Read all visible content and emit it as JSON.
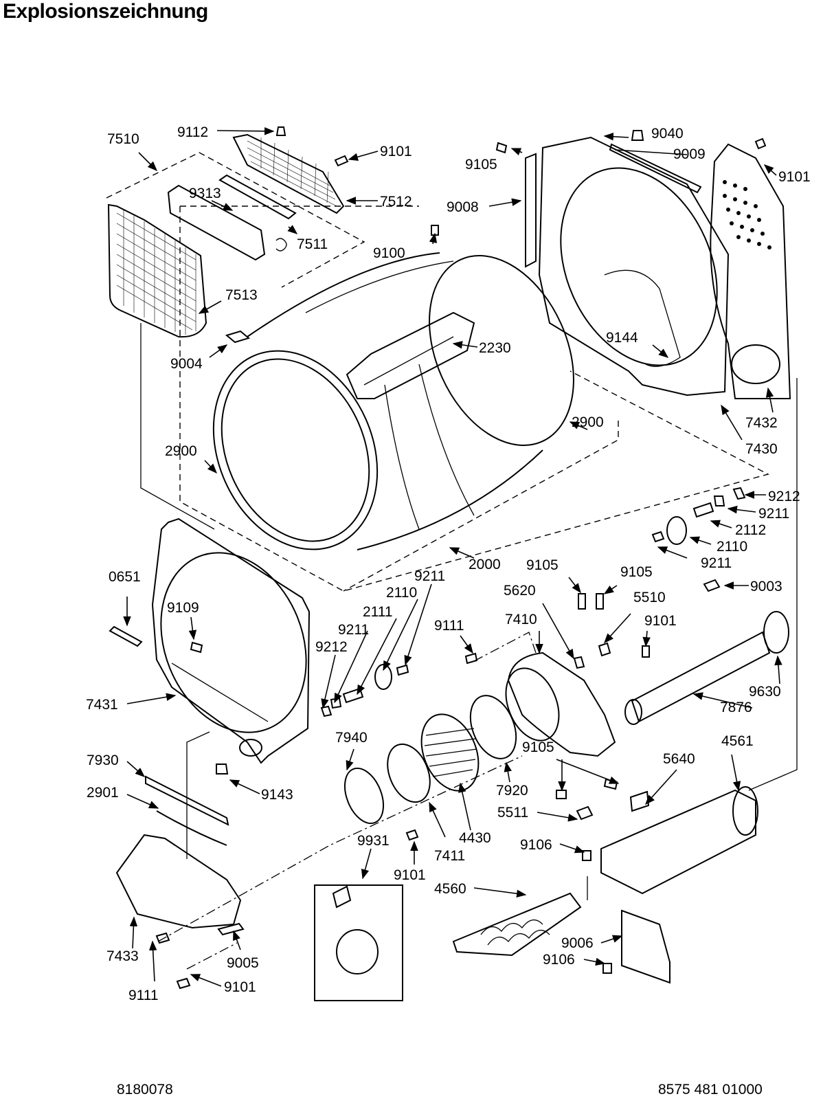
{
  "title": "Explosionszeichnung",
  "footer": {
    "left_code": "8180078",
    "right_code": "8575 481 01000"
  },
  "callouts": [
    "7510",
    "9112",
    "9101",
    "7512",
    "9313",
    "7511",
    "7513",
    "9004",
    "9105",
    "9040",
    "9009",
    "9101",
    "9008",
    "9100",
    "2230",
    "9144",
    "7432",
    "7430",
    "2900",
    "2900",
    "2000",
    "9212",
    "9211",
    "2112",
    "2110",
    "9211",
    "0651",
    "9109",
    "7431",
    "9212",
    "9211",
    "2111",
    "2110",
    "9211",
    "9105",
    "9105",
    "5620",
    "5510",
    "9003",
    "7410",
    "9111",
    "9101",
    "9630",
    "7876",
    "7930",
    "2901",
    "9143",
    "7940",
    "7920",
    "4430",
    "9105",
    "5640",
    "4561",
    "5511",
    "7411",
    "9931",
    "9101",
    "9106",
    "4560",
    "7433",
    "9005",
    "9111",
    "9101",
    "9006",
    "9106"
  ]
}
